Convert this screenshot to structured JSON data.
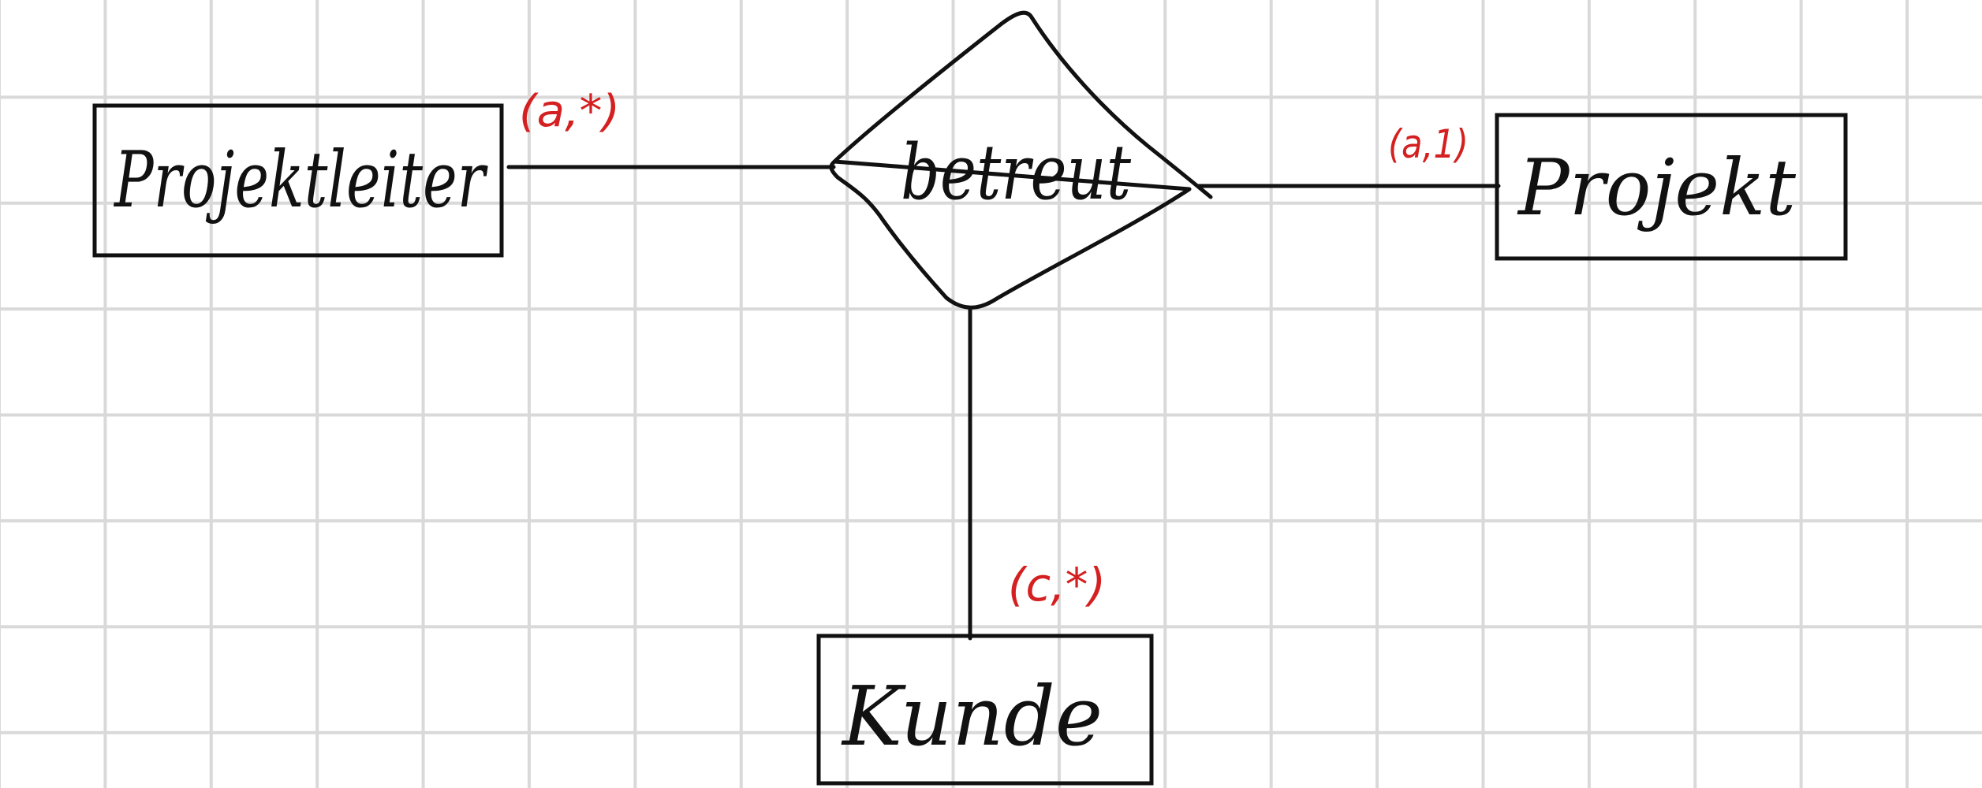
{
  "diagram": {
    "entities": [
      {
        "id": "projektleiter",
        "label": "Projektleiter"
      },
      {
        "id": "projekt",
        "label": "Projekt"
      },
      {
        "id": "kunde",
        "label": "Kunde"
      }
    ],
    "relationship": {
      "id": "betreut",
      "label": "betreut"
    },
    "cardinalities": {
      "projektleiter": "(a,*)",
      "projekt": "(a,1)",
      "kunde": "(c,*)"
    }
  },
  "colors": {
    "ink": "#111111",
    "annotation": "#d42020",
    "grid": "#d9d9d9",
    "background": "#ffffff"
  }
}
